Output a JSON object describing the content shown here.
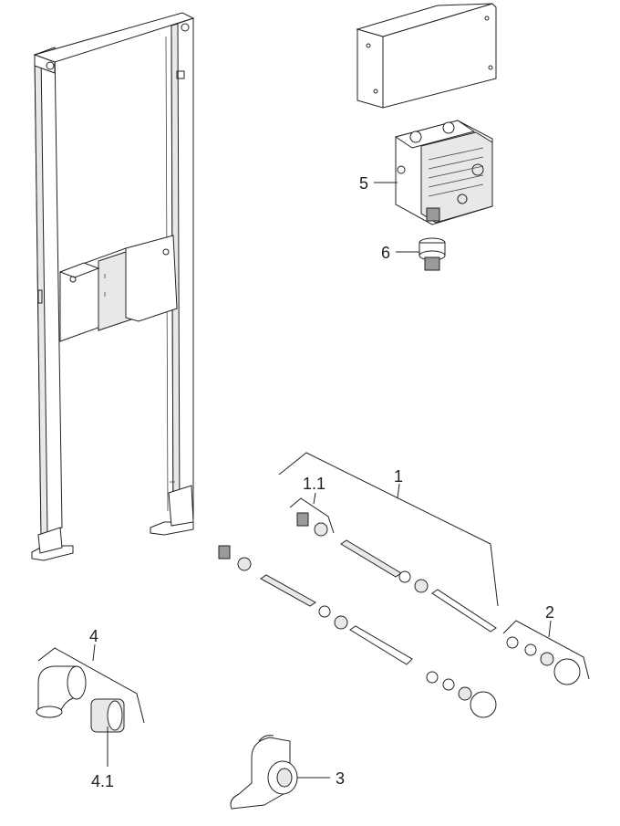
{
  "labels": {
    "l1": "1",
    "l1_1": "1.1",
    "l2": "2",
    "l3": "3",
    "l4": "4",
    "l4_1": "4.1",
    "l5": "5",
    "l6": "6"
  }
}
